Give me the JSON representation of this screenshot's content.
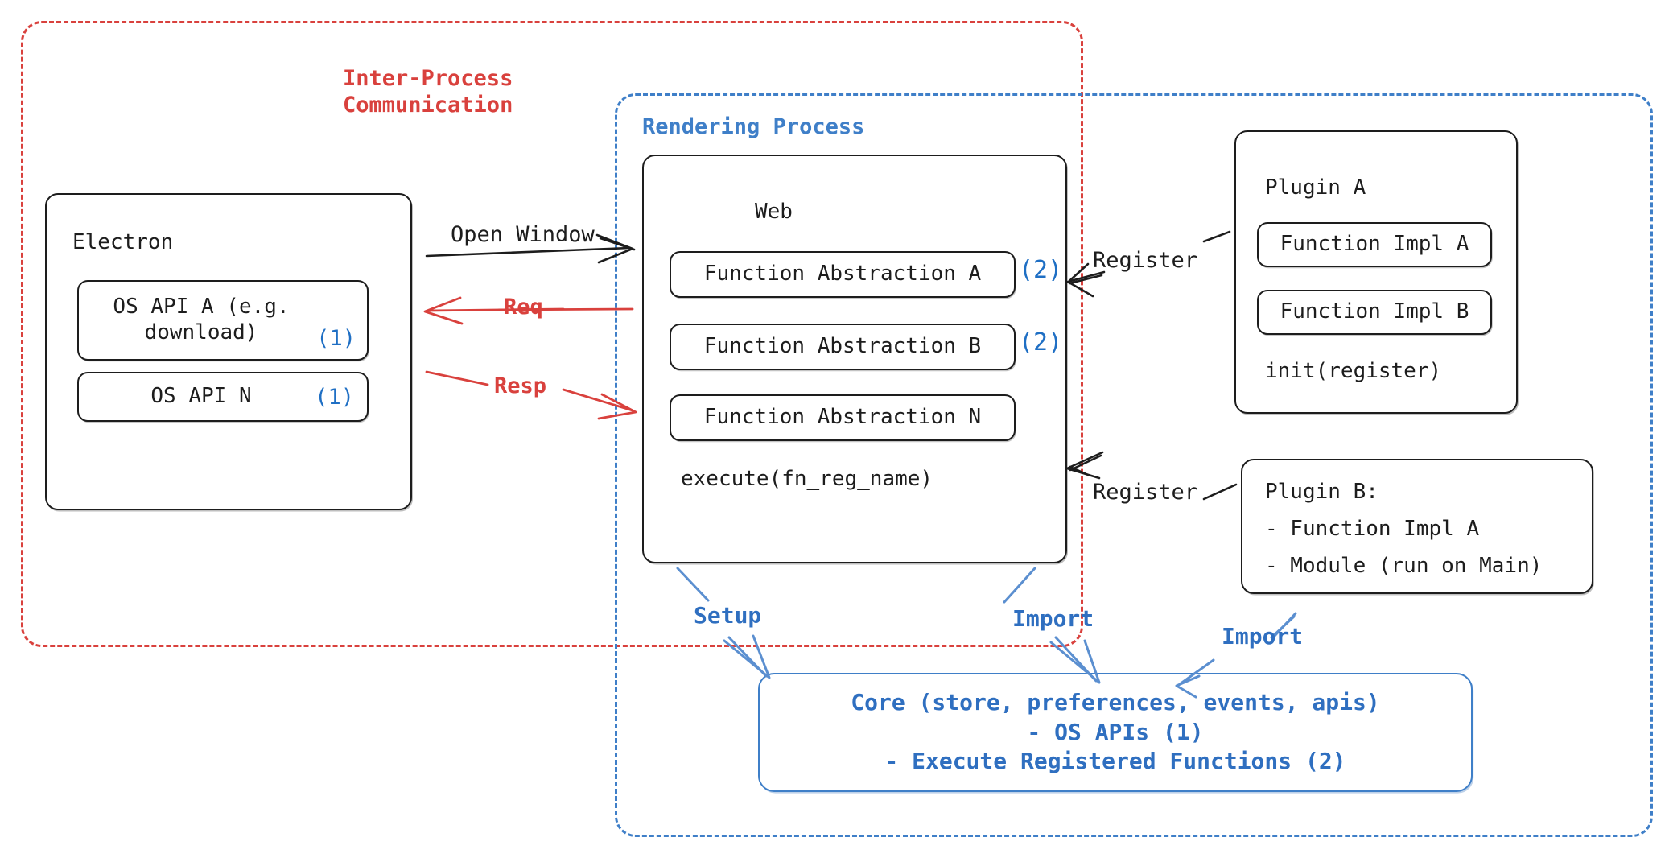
{
  "regions": {
    "ipc": {
      "label": "Inter-Process\nCommunication",
      "color": "#d9413d"
    },
    "rendering": {
      "label": "Rendering Process",
      "color": "#3f7fc8"
    }
  },
  "electron": {
    "title": "Electron",
    "os_api_a": {
      "label": "OS API A (e.g.\ndownload)",
      "tag": "(1)"
    },
    "os_api_n": {
      "label": "OS API N",
      "tag": "(1)"
    }
  },
  "web": {
    "title": "Web",
    "abstractions": [
      {
        "label": "Function Abstraction A",
        "tag": "(2)"
      },
      {
        "label": "Function Abstraction B",
        "tag": "(2)"
      },
      {
        "label": "Function Abstraction N",
        "tag": ""
      }
    ],
    "execute": "execute(fn_reg_name)"
  },
  "plugin_a": {
    "title": "Plugin A",
    "fn_impl_a": "Function Impl A",
    "fn_impl_b": "Function Impl B",
    "init": "init(register)"
  },
  "plugin_b": {
    "line1": "Plugin B:",
    "line2": "- Function Impl A",
    "line3": "- Module (run on Main)"
  },
  "core": {
    "text": "Core (store, preferences, events, apis)\n- OS APIs (1)\n- Execute Registered Functions (2)",
    "color": "#2f6fc0"
  },
  "arrows": {
    "open_window": "Open Window",
    "req": "Req",
    "resp": "Resp",
    "register_plugin_a": "Register",
    "register_plugin_b": "Register",
    "setup": "Setup",
    "import_web": "Import",
    "import_plugin_b": "Import"
  },
  "colors": {
    "ink": "#1d1d1d",
    "red": "#d9413d",
    "blue": "#3f7fc8",
    "blue_text": "#2f6fc0",
    "tag_blue": "#1f6fc4"
  }
}
